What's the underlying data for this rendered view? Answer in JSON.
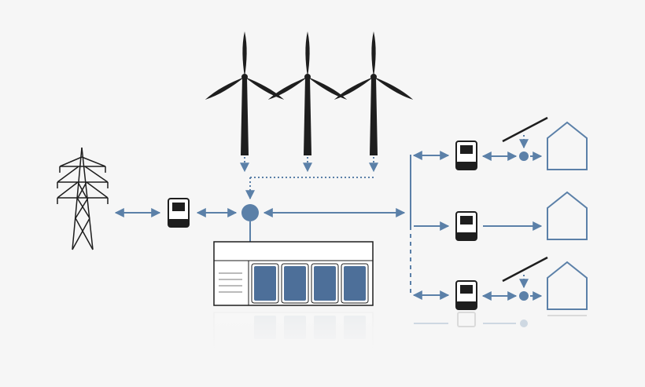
{
  "colors": {
    "background": "#f6f6f6",
    "connector": "#5b80a8",
    "node": "#5b80a8",
    "dark": "#1e1e1e",
    "battery_cell": "#4d6f99",
    "house_outline": "#5b80a8"
  },
  "icons": {
    "transmission_tower": "transmission-tower-icon",
    "wind_turbine": "wind-turbine-icon",
    "meter": "energy-meter-icon",
    "battery_system": "battery-storage-icon",
    "solar_panel": "solar-panel-icon",
    "house": "house-icon",
    "junction": "junction-node-icon"
  },
  "diagram": {
    "turbines": [
      "turbine-1",
      "turbine-2",
      "turbine-3"
    ],
    "battery_cells": [
      "cell-1",
      "cell-2",
      "cell-3",
      "cell-4"
    ],
    "households": [
      {
        "id": "house-1",
        "has_solar": true
      },
      {
        "id": "house-2",
        "has_solar": false
      },
      {
        "id": "house-3",
        "has_solar": true
      }
    ]
  }
}
